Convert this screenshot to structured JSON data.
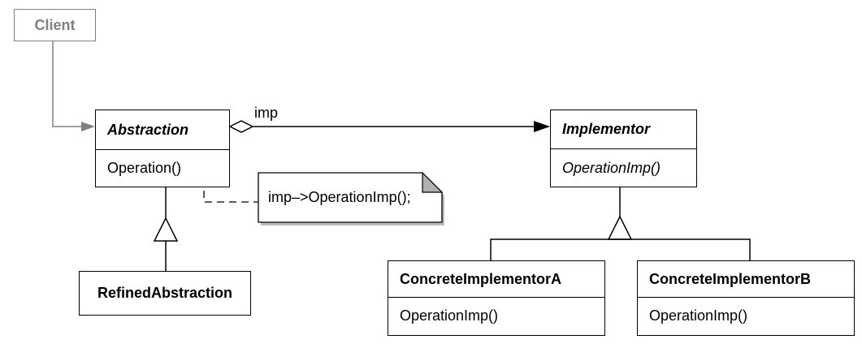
{
  "client": {
    "name": "Client"
  },
  "abstraction": {
    "name": "Abstraction",
    "operation": "Operation()"
  },
  "implementor": {
    "name": "Implementor",
    "operation": "OperationImp()"
  },
  "association_label": "imp",
  "note": {
    "text": "imp–>OperationImp();"
  },
  "refined_abstraction": {
    "name": "RefinedAbstraction"
  },
  "concrete_a": {
    "name": "ConcreteImplementorA",
    "operation": "OperationImp()"
  },
  "concrete_b": {
    "name": "ConcreteImplementorB",
    "operation": "OperationImp()"
  }
}
